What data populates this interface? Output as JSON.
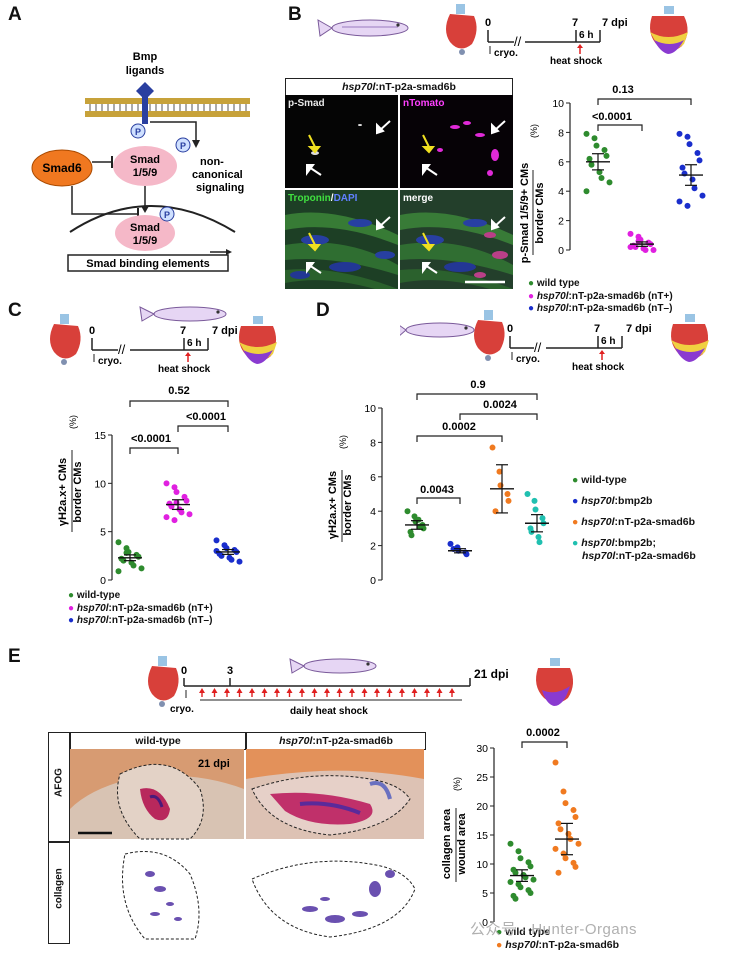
{
  "panels": {
    "A": {
      "label": "A",
      "bmp": [
        "Bmp",
        "ligands"
      ],
      "p": "P",
      "smad159": [
        "Smad",
        "1/5/9"
      ],
      "smad6": "Smad6",
      "noncanonical": [
        "non-",
        "canonical",
        "signaling"
      ],
      "sbe": "Smad binding elements"
    },
    "B": {
      "label": "B",
      "timeline": {
        "t0": "0",
        "t7": "7",
        "dpi": "7 dpi",
        "h6": "6 h",
        "cryo": "cryo.",
        "heat": "heat shock"
      },
      "micro_title_italic": "hsp70l",
      "micro_title_rest": ":nT-p2a-smad6b",
      "channels": {
        "psmad": "p-Smad",
        "ntomato": "nTomato",
        "troponin": "Troponin",
        "slash": "/",
        "dapi": "DAPI",
        "merge": "merge"
      },
      "ylabel_top": "p-Smad 1/5/9+ CMs",
      "ylabel_bottom": "border CMs",
      "ylabel_unit": "(%)",
      "yticks": [
        "0",
        "2",
        "4",
        "6",
        "8",
        "10"
      ],
      "sig1": "<0.0001",
      "sig2": "0.13",
      "legend": [
        {
          "italic": "",
          "rest": "wild type",
          "color": "#2e8b2e"
        },
        {
          "italic": "hsp70l",
          "rest": ":nT-p2a-smad6b (nT+)",
          "color": "#e020e0"
        },
        {
          "italic": "hsp70l",
          "rest": ":nT-p2a-smad6b (nT–)",
          "color": "#1a2ecc"
        }
      ]
    },
    "C": {
      "label": "C",
      "timeline": {
        "t0": "0",
        "t7": "7",
        "dpi": "7 dpi",
        "h6": "6 h",
        "cryo": "cryo.",
        "heat": "heat shock"
      },
      "ylabel_top": "γH2a.x+ CMs",
      "ylabel_bottom": "border CMs",
      "ylabel_unit": "(%)",
      "yticks": [
        "0",
        "5",
        "10",
        "15"
      ],
      "sig1": "<0.0001",
      "sig2": "<0.0001",
      "sig3": "0.52",
      "legend": [
        {
          "italic": "",
          "rest": "wild-type",
          "color": "#2e8b2e"
        },
        {
          "italic": "hsp70l",
          "rest": ":nT-p2a-smad6b (nT+)",
          "color": "#e020e0"
        },
        {
          "italic": "hsp70l",
          "rest": ":nT-p2a-smad6b (nT–)",
          "color": "#1a2ecc"
        }
      ]
    },
    "D": {
      "label": "D",
      "timeline": {
        "t0": "0",
        "t7": "7",
        "dpi": "7 dpi",
        "h6": "6 h",
        "cryo": "cryo.",
        "heat": "heat shock"
      },
      "ylabel_top": "γH2a.x+ CMs",
      "ylabel_bottom": "border CMs",
      "ylabel_unit": "(%)",
      "yticks": [
        "0",
        "2",
        "4",
        "6",
        "8",
        "10"
      ],
      "sig1": "0.0043",
      "sig2": "0.0002",
      "sig3": "0.0024",
      "sig4": "0.9",
      "legend": [
        {
          "italic": "",
          "rest": "wild-type",
          "color": "#2e8b2e"
        },
        {
          "italic": "hsp70l",
          "rest": ":bmp2b",
          "color": "#1a2ecc"
        },
        {
          "italic": "hsp70l",
          "rest": ":nT-p2a-smad6b",
          "color": "#f07a20"
        },
        {
          "italic": "hsp70l",
          "rest": ":bmp2b;",
          "color": "#20c0b0"
        },
        {
          "italic": "hsp70l",
          "rest": ":nT-p2a-smad6b",
          "color": ""
        }
      ]
    },
    "E": {
      "label": "E",
      "timeline": {
        "t0": "0",
        "t3": "3",
        "dpi": "21 dpi",
        "cryo": "cryo.",
        "heat": "daily heat shock"
      },
      "col_wt": "wild-type",
      "col_tg_italic": "hsp70l",
      "col_tg_rest": ":nT-p2a-smad6b",
      "row_afog": "AFOG",
      "row_collagen": "collagen",
      "dpi_label": "21 dpi",
      "ylabel_top": "collagen area",
      "ylabel_bottom": "wound area",
      "ylabel_unit": "(%)",
      "yticks": [
        "0",
        "5",
        "10",
        "15",
        "20",
        "25",
        "30"
      ],
      "sig1": "0.0002",
      "legend": [
        {
          "italic": "",
          "rest": "wild type",
          "color": "#2e8b2e"
        },
        {
          "italic": "hsp70l",
          "rest": ":nT-p2a-smad6b",
          "color": "#f07a20"
        }
      ]
    }
  },
  "watermark": "公众号 · Hunter-Organs",
  "chart_data": [
    {
      "type": "scatter",
      "panel": "B",
      "ylim": [
        0,
        10
      ],
      "series": [
        {
          "color": "#2e8b2e",
          "mean": 6.0,
          "sem": 0.55,
          "values": [
            7.9,
            7.6,
            7.1,
            6.8,
            6.4,
            6.2,
            5.8,
            5.3,
            4.9,
            4.6,
            4.0
          ]
        },
        {
          "color": "#e020e0",
          "mean": 0.4,
          "sem": 0.15,
          "values": [
            1.1,
            0.9,
            0.7,
            0.5,
            0.4,
            0.3,
            0.2,
            0.1,
            0.0,
            0.0,
            0.2,
            0.6
          ]
        },
        {
          "color": "#1a2ecc",
          "mean": 5.1,
          "sem": 0.7,
          "values": [
            7.9,
            7.7,
            7.2,
            6.6,
            6.1,
            5.6,
            5.2,
            4.8,
            4.2,
            3.7,
            3.3,
            3.0
          ]
        }
      ]
    },
    {
      "type": "scatter",
      "panel": "C",
      "ylim": [
        0,
        15
      ],
      "series": [
        {
          "color": "#2e8b2e",
          "mean": 2.3,
          "sem": 0.3,
          "values": [
            3.9,
            3.3,
            2.9,
            2.6,
            2.4,
            2.2,
            2.0,
            1.8,
            1.5,
            1.2,
            0.9,
            2.8
          ]
        },
        {
          "color": "#e020e0",
          "mean": 7.8,
          "sem": 0.5,
          "values": [
            10.0,
            9.6,
            9.1,
            8.6,
            8.2,
            7.9,
            7.6,
            7.3,
            7.0,
            6.8,
            6.5,
            6.2,
            8.0
          ]
        },
        {
          "color": "#1a2ecc",
          "mean": 2.9,
          "sem": 0.25,
          "values": [
            4.1,
            3.6,
            3.3,
            3.1,
            2.9,
            2.7,
            2.5,
            2.3,
            2.1,
            1.9,
            3.0
          ]
        }
      ]
    },
    {
      "type": "scatter",
      "panel": "D",
      "ylim": [
        0,
        10
      ],
      "series": [
        {
          "color": "#2e8b2e",
          "mean": 3.2,
          "sem": 0.25,
          "values": [
            4.0,
            3.7,
            3.4,
            3.2,
            3.0,
            2.8,
            2.6,
            3.5,
            3.1
          ]
        },
        {
          "color": "#1a2ecc",
          "mean": 1.7,
          "sem": 0.12,
          "values": [
            2.1,
            1.9,
            1.7,
            1.6,
            1.5,
            1.8
          ]
        },
        {
          "color": "#f07a20",
          "mean": 5.3,
          "sem": 1.4,
          "values": [
            7.7,
            6.3,
            5.5,
            5.0,
            4.6,
            4.0
          ]
        },
        {
          "color": "#20c0b0",
          "mean": 3.3,
          "sem": 0.5,
          "values": [
            5.0,
            4.6,
            4.1,
            3.6,
            3.3,
            3.0,
            2.8,
            2.5,
            2.2
          ]
        }
      ]
    },
    {
      "type": "scatter",
      "panel": "E",
      "ylim": [
        0,
        30
      ],
      "series": [
        {
          "color": "#2e8b2e",
          "mean": 8.0,
          "sem": 1.0,
          "values": [
            13.5,
            12.2,
            11.0,
            10.3,
            9.6,
            9.0,
            8.5,
            8.1,
            7.7,
            7.3,
            6.9,
            6.5,
            6.0,
            5.5,
            5.0,
            4.5,
            4.0
          ]
        },
        {
          "color": "#f07a20",
          "mean": 14.3,
          "sem": 2.7,
          "values": [
            27.5,
            22.5,
            20.5,
            19.3,
            18.1,
            17.0,
            16.0,
            15.2,
            14.3,
            13.5,
            12.6,
            11.8,
            11.0,
            10.2,
            9.5,
            8.5
          ]
        }
      ]
    }
  ]
}
